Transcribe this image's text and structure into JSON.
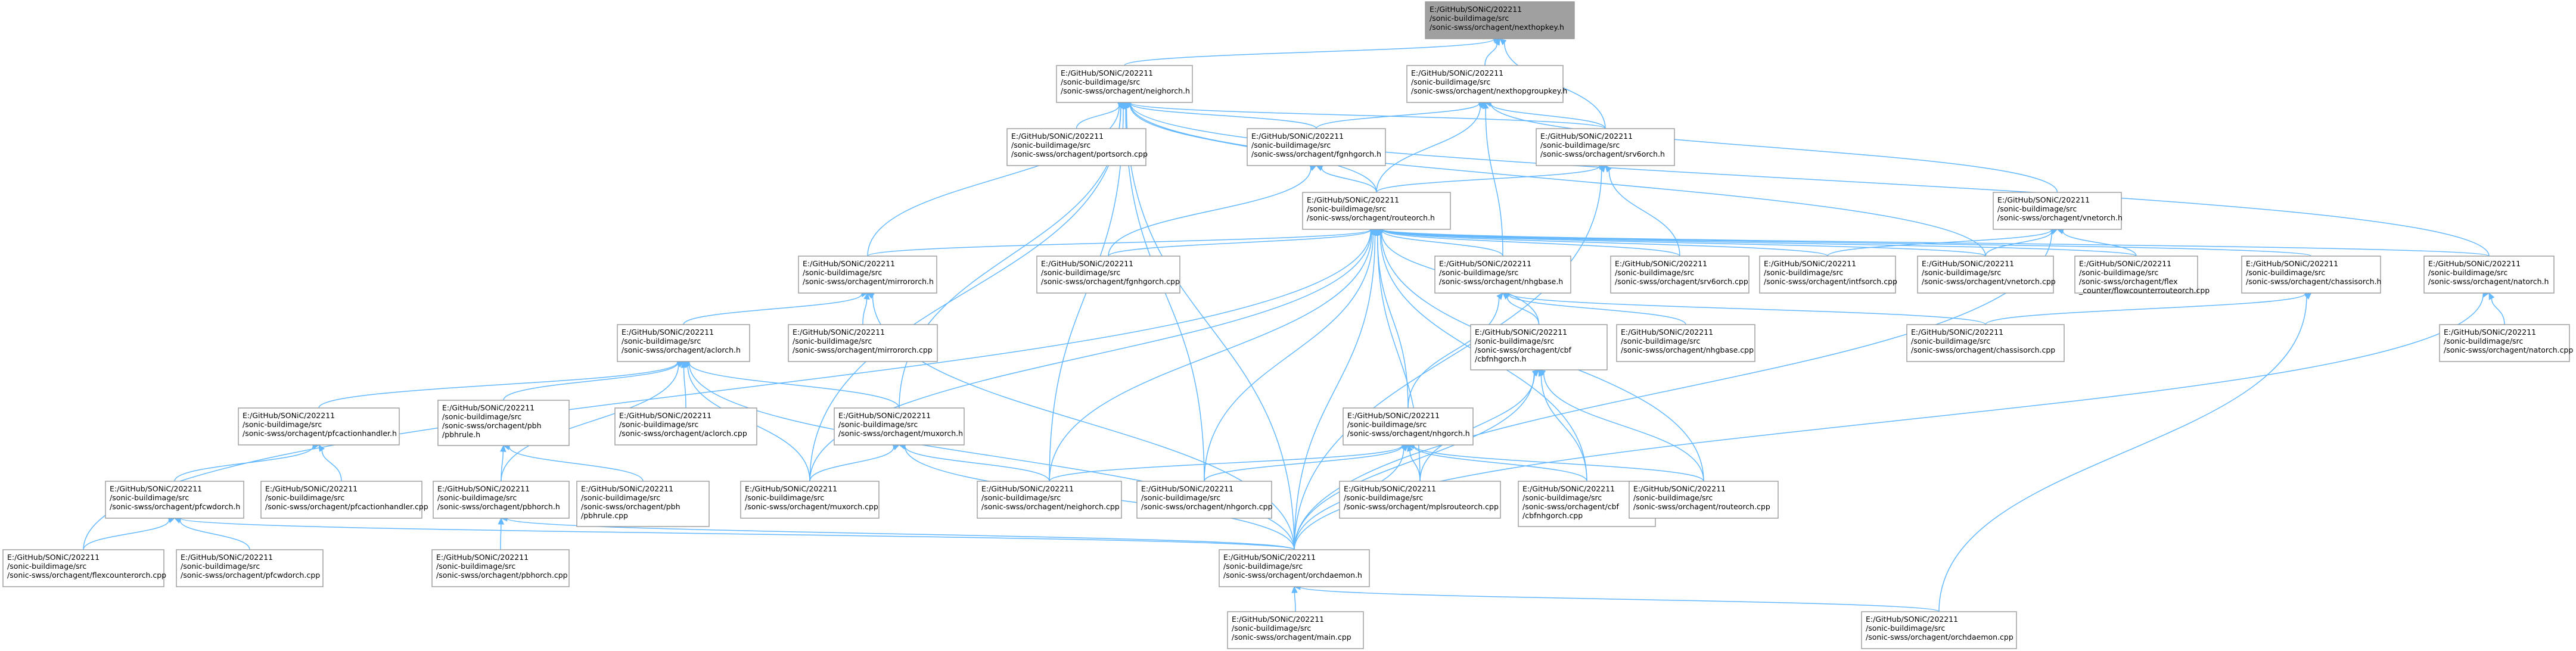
{
  "colors": {
    "node_fill": "#ffffff",
    "node_root_fill": "#a0a0a0",
    "node_border": "#999999",
    "edge": "#63b8ff",
    "text": "#000000"
  },
  "nodes": [
    {
      "id": "nexthopkey",
      "lines": [
        "E:/GitHub/SONiC/202211",
        "/sonic-buildimage/src",
        "/sonic-swss/orchagent/nexthopkey.h"
      ],
      "root": true
    },
    {
      "id": "neighorch_h",
      "lines": [
        "E:/GitHub/SONiC/202211",
        "/sonic-buildimage/src",
        "/sonic-swss/orchagent/neighorch.h"
      ]
    },
    {
      "id": "nhgkey_h",
      "lines": [
        "E:/GitHub/SONiC/202211",
        "/sonic-buildimage/src",
        "/sonic-swss/orchagent/nexthopgroupkey.h"
      ]
    },
    {
      "id": "portsorch_cpp",
      "lines": [
        "E:/GitHub/SONiC/202211",
        "/sonic-buildimage/src",
        "/sonic-swss/orchagent/portsorch.cpp"
      ]
    },
    {
      "id": "fgnhgorch_h",
      "lines": [
        "E:/GitHub/SONiC/202211",
        "/sonic-buildimage/src",
        "/sonic-swss/orchagent/fgnhgorch.h"
      ]
    },
    {
      "id": "srv6orch_h",
      "lines": [
        "E:/GitHub/SONiC/202211",
        "/sonic-buildimage/src",
        "/sonic-swss/orchagent/srv6orch.h"
      ]
    },
    {
      "id": "routeorch_h",
      "lines": [
        "E:/GitHub/SONiC/202211",
        "/sonic-buildimage/src",
        "/sonic-swss/orchagent/routeorch.h"
      ]
    },
    {
      "id": "vnetorch_h",
      "lines": [
        "E:/GitHub/SONiC/202211",
        "/sonic-buildimage/src",
        "/sonic-swss/orchagent/vnetorch.h"
      ]
    },
    {
      "id": "mirrororch_h",
      "lines": [
        "E:/GitHub/SONiC/202211",
        "/sonic-buildimage/src",
        "/sonic-swss/orchagent/mirrororch.h"
      ]
    },
    {
      "id": "fgnhgorch_cpp",
      "lines": [
        "E:/GitHub/SONiC/202211",
        "/sonic-buildimage/src",
        "/sonic-swss/orchagent/fgnhgorch.cpp"
      ]
    },
    {
      "id": "nhgbase_h",
      "lines": [
        "E:/GitHub/SONiC/202211",
        "/sonic-buildimage/src",
        "/sonic-swss/orchagent/nhgbase.h"
      ]
    },
    {
      "id": "srv6orch_cpp",
      "lines": [
        "E:/GitHub/SONiC/202211",
        "/sonic-buildimage/src",
        "/sonic-swss/orchagent/srv6orch.cpp"
      ]
    },
    {
      "id": "intfsorch_cpp",
      "lines": [
        "E:/GitHub/SONiC/202211",
        "/sonic-buildimage/src",
        "/sonic-swss/orchagent/intfsorch.cpp"
      ]
    },
    {
      "id": "vnetorch_cpp",
      "lines": [
        "E:/GitHub/SONiC/202211",
        "/sonic-buildimage/src",
        "/sonic-swss/orchagent/vnetorch.cpp"
      ]
    },
    {
      "id": "flexcounter_ctr",
      "lines": [
        "E:/GitHub/SONiC/202211",
        "/sonic-buildimage/src",
        "/sonic-swss/orchagent/flex",
        "_counter/flowcounterrouteorch.cpp"
      ]
    },
    {
      "id": "chassisorch_h",
      "lines": [
        "E:/GitHub/SONiC/202211",
        "/sonic-buildimage/src",
        "/sonic-swss/orchagent/chassisorch.h"
      ]
    },
    {
      "id": "natorch_h",
      "lines": [
        "E:/GitHub/SONiC/202211",
        "/sonic-buildimage/src",
        "/sonic-swss/orchagent/natorch.h"
      ]
    },
    {
      "id": "aclorch_h",
      "lines": [
        "E:/GitHub/SONiC/202211",
        "/sonic-buildimage/src",
        "/sonic-swss/orchagent/aclorch.h"
      ]
    },
    {
      "id": "mirrororch_cpp",
      "lines": [
        "E:/GitHub/SONiC/202211",
        "/sonic-buildimage/src",
        "/sonic-swss/orchagent/mirrororch.cpp"
      ]
    },
    {
      "id": "cbfnhgorch_h",
      "lines": [
        "E:/GitHub/SONiC/202211",
        "/sonic-buildimage/src",
        "/sonic-swss/orchagent/cbf",
        "/cbfnhgorch.h"
      ]
    },
    {
      "id": "nhgbase_cpp",
      "lines": [
        "E:/GitHub/SONiC/202211",
        "/sonic-buildimage/src",
        "/sonic-swss/orchagent/nhgbase.cpp"
      ]
    },
    {
      "id": "chassisorch_cpp",
      "lines": [
        "E:/GitHub/SONiC/202211",
        "/sonic-buildimage/src",
        "/sonic-swss/orchagent/chassisorch.cpp"
      ]
    },
    {
      "id": "natorch_cpp",
      "lines": [
        "E:/GitHub/SONiC/202211",
        "/sonic-buildimage/src",
        "/sonic-swss/orchagent/natorch.cpp"
      ]
    },
    {
      "id": "pfcactionhandler_h",
      "lines": [
        "E:/GitHub/SONiC/202211",
        "/sonic-buildimage/src",
        "/sonic-swss/orchagent/pfcactionhandler.h"
      ]
    },
    {
      "id": "pbhrule_h",
      "lines": [
        "E:/GitHub/SONiC/202211",
        "/sonic-buildimage/src",
        "/sonic-swss/orchagent/pbh",
        "/pbhrule.h"
      ]
    },
    {
      "id": "aclorch_cpp",
      "lines": [
        "E:/GitHub/SONiC/202211",
        "/sonic-buildimage/src",
        "/sonic-swss/orchagent/aclorch.cpp"
      ]
    },
    {
      "id": "muxorch_h",
      "lines": [
        "E:/GitHub/SONiC/202211",
        "/sonic-buildimage/src",
        "/sonic-swss/orchagent/muxorch.h"
      ]
    },
    {
      "id": "nhgorch_h",
      "lines": [
        "E:/GitHub/SONiC/202211",
        "/sonic-buildimage/src",
        "/sonic-swss/orchagent/nhgorch.h"
      ]
    },
    {
      "id": "pfcwdorch_h",
      "lines": [
        "E:/GitHub/SONiC/202211",
        "/sonic-buildimage/src",
        "/sonic-swss/orchagent/pfcwdorch.h"
      ]
    },
    {
      "id": "pfcactionhandler_cpp",
      "lines": [
        "E:/GitHub/SONiC/202211",
        "/sonic-buildimage/src",
        "/sonic-swss/orchagent/pfcactionhandler.cpp"
      ]
    },
    {
      "id": "pbhorch_h",
      "lines": [
        "E:/GitHub/SONiC/202211",
        "/sonic-buildimage/src",
        "/sonic-swss/orchagent/pbhorch.h"
      ]
    },
    {
      "id": "pbhrule_cpp",
      "lines": [
        "E:/GitHub/SONiC/202211",
        "/sonic-buildimage/src",
        "/sonic-swss/orchagent/pbh",
        "/pbhrule.cpp"
      ]
    },
    {
      "id": "muxorch_cpp",
      "lines": [
        "E:/GitHub/SONiC/202211",
        "/sonic-buildimage/src",
        "/sonic-swss/orchagent/muxorch.cpp"
      ]
    },
    {
      "id": "neighorch_cpp",
      "lines": [
        "E:/GitHub/SONiC/202211",
        "/sonic-buildimage/src",
        "/sonic-swss/orchagent/neighorch.cpp"
      ]
    },
    {
      "id": "nhgorch_cpp",
      "lines": [
        "E:/GitHub/SONiC/202211",
        "/sonic-buildimage/src",
        "/sonic-swss/orchagent/nhgorch.cpp"
      ]
    },
    {
      "id": "mplsrouteorch_cpp",
      "lines": [
        "E:/GitHub/SONiC/202211",
        "/sonic-buildimage/src",
        "/sonic-swss/orchagent/mplsrouteorch.cpp"
      ]
    },
    {
      "id": "cbfnhgorch_cpp",
      "lines": [
        "E:/GitHub/SONiC/202211",
        "/sonic-buildimage/src",
        "/sonic-swss/orchagent/cbf",
        "/cbfnhgorch.cpp"
      ]
    },
    {
      "id": "routeorch_cpp",
      "lines": [
        "E:/GitHub/SONiC/202211",
        "/sonic-buildimage/src",
        "/sonic-swss/orchagent/routeorch.cpp"
      ]
    },
    {
      "id": "flexcounterorch_cpp",
      "lines": [
        "E:/GitHub/SONiC/202211",
        "/sonic-buildimage/src",
        "/sonic-swss/orchagent/flexcounterorch.cpp"
      ]
    },
    {
      "id": "pfcwdorch_cpp",
      "lines": [
        "E:/GitHub/SONiC/202211",
        "/sonic-buildimage/src",
        "/sonic-swss/orchagent/pfcwdorch.cpp"
      ]
    },
    {
      "id": "pbhorch_cpp",
      "lines": [
        "E:/GitHub/SONiC/202211",
        "/sonic-buildimage/src",
        "/sonic-swss/orchagent/pbhorch.cpp"
      ]
    },
    {
      "id": "orchdaemon_h",
      "lines": [
        "E:/GitHub/SONiC/202211",
        "/sonic-buildimage/src",
        "/sonic-swss/orchagent/orchdaemon.h"
      ]
    },
    {
      "id": "main_cpp",
      "lines": [
        "E:/GitHub/SONiC/202211",
        "/sonic-buildimage/src",
        "/sonic-swss/orchagent/main.cpp"
      ]
    },
    {
      "id": "orchdaemon_cpp",
      "lines": [
        "E:/GitHub/SONiC/202211",
        "/sonic-buildimage/src",
        "/sonic-swss/orchagent/orchdaemon.cpp"
      ]
    }
  ],
  "edges": [
    [
      "neighorch_h",
      "nexthopkey"
    ],
    [
      "nhgkey_h",
      "nexthopkey"
    ],
    [
      "srv6orch_h",
      "nexthopkey"
    ],
    [
      "portsorch_cpp",
      "neighorch_h"
    ],
    [
      "fgnhgorch_h",
      "neighorch_h"
    ],
    [
      "srv6orch_h",
      "neighorch_h"
    ],
    [
      "routeorch_h",
      "neighorch_h"
    ],
    [
      "mirrororch_h",
      "neighorch_h"
    ],
    [
      "muxorch_h",
      "neighorch_h"
    ],
    [
      "muxorch_cpp",
      "neighorch_h"
    ],
    [
      "neighorch_cpp",
      "neighorch_h"
    ],
    [
      "nhgorch_cpp",
      "neighorch_h"
    ],
    [
      "orchdaemon_h",
      "neighorch_h"
    ],
    [
      "vnetorch_cpp",
      "neighorch_h"
    ],
    [
      "natorch_h",
      "neighorch_h"
    ],
    [
      "routeorch_h",
      "nhgkey_h"
    ],
    [
      "fgnhgorch_h",
      "nhgkey_h"
    ],
    [
      "srv6orch_h",
      "nhgkey_h"
    ],
    [
      "vnetorch_h",
      "nhgkey_h"
    ],
    [
      "nhgbase_h",
      "nhgkey_h"
    ],
    [
      "routeorch_h",
      "fgnhgorch_h"
    ],
    [
      "fgnhgorch_cpp",
      "fgnhgorch_h"
    ],
    [
      "routeorch_h",
      "srv6orch_h"
    ],
    [
      "srv6orch_cpp",
      "srv6orch_h"
    ],
    [
      "orchdaemon_h",
      "srv6orch_h"
    ],
    [
      "mirrororch_h",
      "routeorch_h"
    ],
    [
      "fgnhgorch_cpp",
      "routeorch_h"
    ],
    [
      "nhgbase_h",
      "routeorch_h"
    ],
    [
      "srv6orch_cpp",
      "routeorch_h"
    ],
    [
      "intfsorch_cpp",
      "routeorch_h"
    ],
    [
      "vnetorch_cpp",
      "routeorch_h"
    ],
    [
      "flexcounter_ctr",
      "routeorch_h"
    ],
    [
      "chassisorch_h",
      "routeorch_h"
    ],
    [
      "natorch_h",
      "routeorch_h"
    ],
    [
      "nhgorch_h",
      "routeorch_h"
    ],
    [
      "cbfnhgorch_h",
      "routeorch_h"
    ],
    [
      "neighorch_cpp",
      "routeorch_h"
    ],
    [
      "nhgorch_cpp",
      "routeorch_h"
    ],
    [
      "mplsrouteorch_cpp",
      "routeorch_h"
    ],
    [
      "cbfnhgorch_cpp",
      "routeorch_h"
    ],
    [
      "routeorch_cpp",
      "routeorch_h"
    ],
    [
      "muxorch_cpp",
      "routeorch_h"
    ],
    [
      "flexcounterorch_cpp",
      "routeorch_h"
    ],
    [
      "orchdaemon_h",
      "routeorch_h"
    ],
    [
      "intfsorch_cpp",
      "vnetorch_h"
    ],
    [
      "vnetorch_cpp",
      "vnetorch_h"
    ],
    [
      "flexcounter_ctr",
      "vnetorch_h"
    ],
    [
      "orchdaemon_h",
      "vnetorch_h"
    ],
    [
      "aclorch_h",
      "mirrororch_h"
    ],
    [
      "mirrororch_cpp",
      "mirrororch_h"
    ],
    [
      "orchdaemon_h",
      "mirrororch_h"
    ],
    [
      "cbfnhgorch_h",
      "nhgbase_h"
    ],
    [
      "nhgbase_cpp",
      "nhgbase_h"
    ],
    [
      "nhgorch_h",
      "nhgbase_h"
    ],
    [
      "chassisorch_cpp",
      "nhgbase_h"
    ],
    [
      "chassisorch_cpp",
      "chassisorch_h"
    ],
    [
      "orchdaemon_cpp",
      "chassisorch_h"
    ],
    [
      "natorch_cpp",
      "natorch_h"
    ],
    [
      "orchdaemon_h",
      "natorch_h"
    ],
    [
      "pfcactionhandler_h",
      "aclorch_h"
    ],
    [
      "pbhrule_h",
      "aclorch_h"
    ],
    [
      "aclorch_cpp",
      "aclorch_h"
    ],
    [
      "muxorch_h",
      "aclorch_h"
    ],
    [
      "muxorch_cpp",
      "aclorch_h"
    ],
    [
      "pbhorch_h",
      "aclorch_h"
    ],
    [
      "orchdaemon_h",
      "aclorch_h"
    ],
    [
      "mplsrouteorch_cpp",
      "cbfnhgorch_h"
    ],
    [
      "cbfnhgorch_cpp",
      "cbfnhgorch_h"
    ],
    [
      "routeorch_cpp",
      "cbfnhgorch_h"
    ],
    [
      "orchdaemon_h",
      "cbfnhgorch_h"
    ],
    [
      "pfcwdorch_h",
      "pfcactionhandler_h"
    ],
    [
      "pfcactionhandler_cpp",
      "pfcactionhandler_h"
    ],
    [
      "pbhorch_h",
      "pbhrule_h"
    ],
    [
      "pbhrule_cpp",
      "pbhrule_h"
    ],
    [
      "muxorch_cpp",
      "muxorch_h"
    ],
    [
      "neighorch_cpp",
      "muxorch_h"
    ],
    [
      "orchdaemon_h",
      "muxorch_h"
    ],
    [
      "neighorch_cpp",
      "nhgorch_h"
    ],
    [
      "nhgorch_cpp",
      "nhgorch_h"
    ],
    [
      "mplsrouteorch_cpp",
      "nhgorch_h"
    ],
    [
      "cbfnhgorch_cpp",
      "nhgorch_h"
    ],
    [
      "routeorch_cpp",
      "nhgorch_h"
    ],
    [
      "orchdaemon_h",
      "nhgorch_h"
    ],
    [
      "flexcounterorch_cpp",
      "pfcwdorch_h"
    ],
    [
      "pfcwdorch_cpp",
      "pfcwdorch_h"
    ],
    [
      "orchdaemon_h",
      "pfcwdorch_h"
    ],
    [
      "pbhorch_cpp",
      "pbhorch_h"
    ],
    [
      "orchdaemon_h",
      "pbhorch_h"
    ],
    [
      "main_cpp",
      "orchdaemon_h"
    ],
    [
      "orchdaemon_cpp",
      "orchdaemon_h"
    ]
  ]
}
